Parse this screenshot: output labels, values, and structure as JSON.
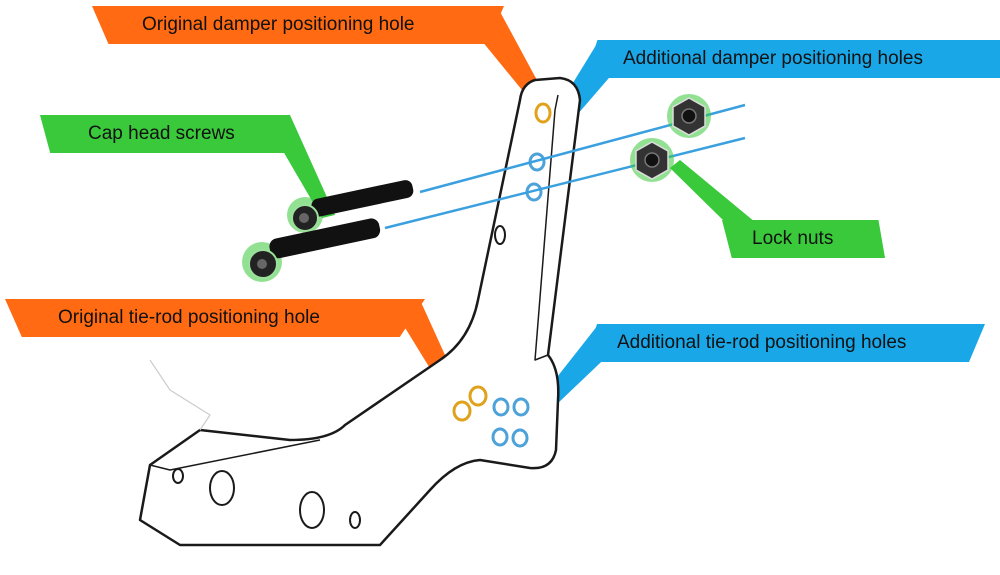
{
  "labels": {
    "original_damper": "Original damper positioning hole",
    "additional_damper": "Additional damper positioning holes",
    "cap_screws": "Cap head screws",
    "lock_nuts": "Lock nuts",
    "original_tierod": "Original tie-rod positioning hole",
    "additional_tierod": "Additional tie-rod positioning holes"
  },
  "colors": {
    "original": "#ff6a13",
    "additional": "#1aa7e8",
    "hardware": "#39c93b",
    "outline": "#1a1a1a",
    "hole_original": "#e0a11c",
    "hole_additional": "#4da3d9"
  }
}
